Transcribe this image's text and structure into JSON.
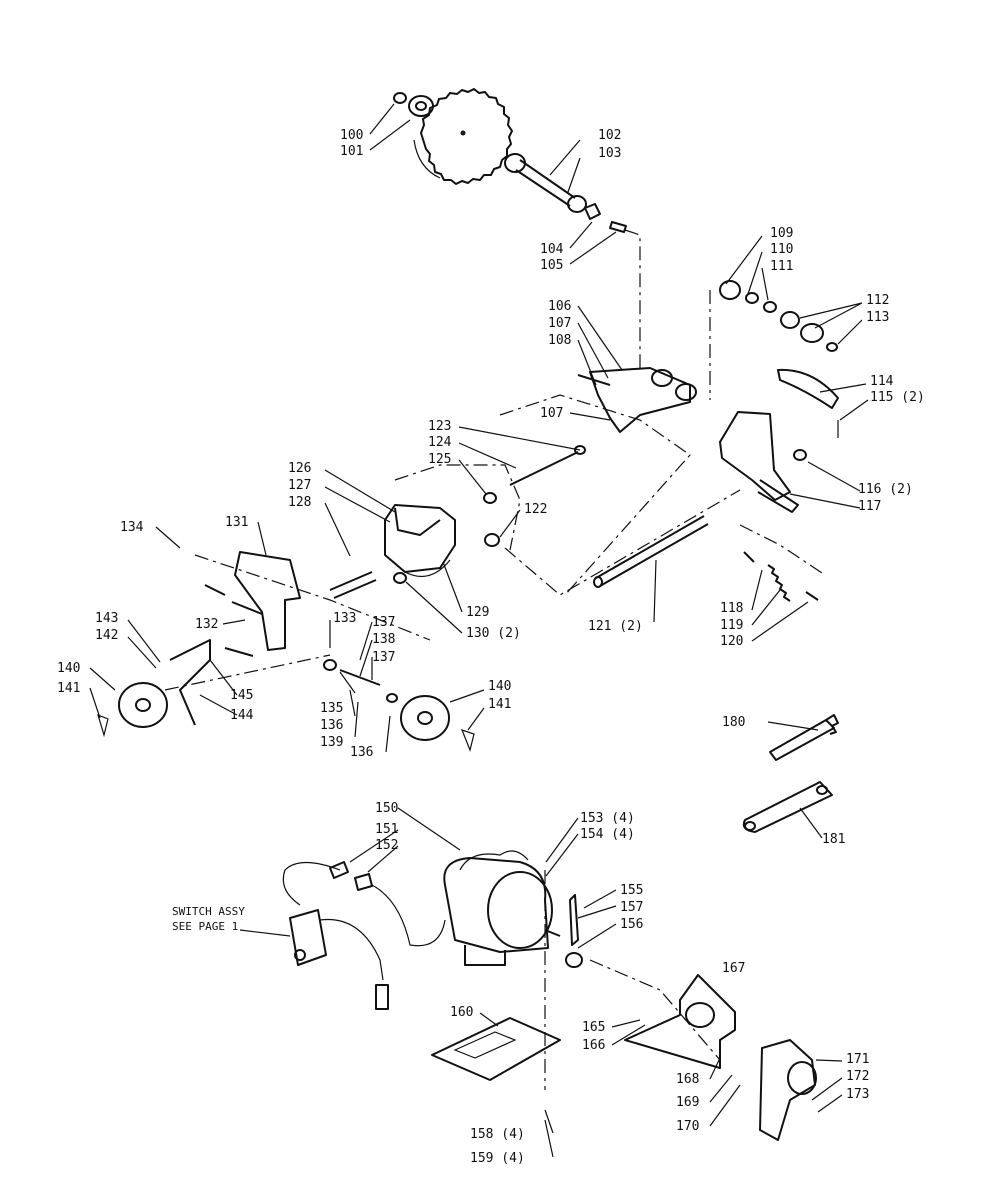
{
  "diagram": {
    "callouts": [
      {
        "id": "c100",
        "text": "100"
      },
      {
        "id": "c101",
        "text": "101"
      },
      {
        "id": "c102",
        "text": "102"
      },
      {
        "id": "c103",
        "text": "103"
      },
      {
        "id": "c104",
        "text": "104"
      },
      {
        "id": "c105",
        "text": "105"
      },
      {
        "id": "c106",
        "text": "106"
      },
      {
        "id": "c107a",
        "text": "107"
      },
      {
        "id": "c108",
        "text": "108"
      },
      {
        "id": "c107b",
        "text": "107"
      },
      {
        "id": "c109",
        "text": "109"
      },
      {
        "id": "c110",
        "text": "110"
      },
      {
        "id": "c111",
        "text": "111"
      },
      {
        "id": "c112",
        "text": "112"
      },
      {
        "id": "c113",
        "text": "113"
      },
      {
        "id": "c114",
        "text": "114"
      },
      {
        "id": "c115",
        "text": "115 (2)"
      },
      {
        "id": "c116",
        "text": "116 (2)"
      },
      {
        "id": "c117",
        "text": "117"
      },
      {
        "id": "c118",
        "text": "118"
      },
      {
        "id": "c119",
        "text": "119"
      },
      {
        "id": "c120",
        "text": "120"
      },
      {
        "id": "c121",
        "text": "121 (2)"
      },
      {
        "id": "c122",
        "text": "122"
      },
      {
        "id": "c123",
        "text": "123"
      },
      {
        "id": "c124",
        "text": "124"
      },
      {
        "id": "c125",
        "text": "125"
      },
      {
        "id": "c126",
        "text": "126"
      },
      {
        "id": "c127",
        "text": "127"
      },
      {
        "id": "c128",
        "text": "128"
      },
      {
        "id": "c129",
        "text": "129"
      },
      {
        "id": "c130",
        "text": "130 (2)"
      },
      {
        "id": "c131",
        "text": "131"
      },
      {
        "id": "c132",
        "text": "132"
      },
      {
        "id": "c133",
        "text": "133"
      },
      {
        "id": "c134",
        "text": "134"
      },
      {
        "id": "c135",
        "text": "135"
      },
      {
        "id": "c136a",
        "text": "136"
      },
      {
        "id": "c136b",
        "text": "136"
      },
      {
        "id": "c137a",
        "text": "137"
      },
      {
        "id": "c137b",
        "text": "137"
      },
      {
        "id": "c138",
        "text": "138"
      },
      {
        "id": "c139",
        "text": "139"
      },
      {
        "id": "c140a",
        "text": "140"
      },
      {
        "id": "c140b",
        "text": "140"
      },
      {
        "id": "c141a",
        "text": "141"
      },
      {
        "id": "c141b",
        "text": "141"
      },
      {
        "id": "c142",
        "text": "142"
      },
      {
        "id": "c143",
        "text": "143"
      },
      {
        "id": "c144",
        "text": "144"
      },
      {
        "id": "c145",
        "text": "145"
      },
      {
        "id": "c150",
        "text": "150"
      },
      {
        "id": "c151",
        "text": "151"
      },
      {
        "id": "c152",
        "text": "152"
      },
      {
        "id": "c153",
        "text": "153 (4)"
      },
      {
        "id": "c154",
        "text": "154 (4)"
      },
      {
        "id": "c155",
        "text": "155"
      },
      {
        "id": "c156",
        "text": "156"
      },
      {
        "id": "c157",
        "text": "157"
      },
      {
        "id": "c158",
        "text": "158 (4)"
      },
      {
        "id": "c159",
        "text": "159 (4)"
      },
      {
        "id": "c160",
        "text": "160"
      },
      {
        "id": "c165",
        "text": "165"
      },
      {
        "id": "c166",
        "text": "166"
      },
      {
        "id": "c167",
        "text": "167"
      },
      {
        "id": "c168",
        "text": "168"
      },
      {
        "id": "c169",
        "text": "169"
      },
      {
        "id": "c170",
        "text": "170"
      },
      {
        "id": "c171",
        "text": "171"
      },
      {
        "id": "c172",
        "text": "172"
      },
      {
        "id": "c173",
        "text": "173"
      },
      {
        "id": "c180",
        "text": "180"
      },
      {
        "id": "c181",
        "text": "181"
      }
    ],
    "switch_note": {
      "line1": "SWITCH ASSY",
      "line2": "SEE PAGE 1"
    }
  }
}
